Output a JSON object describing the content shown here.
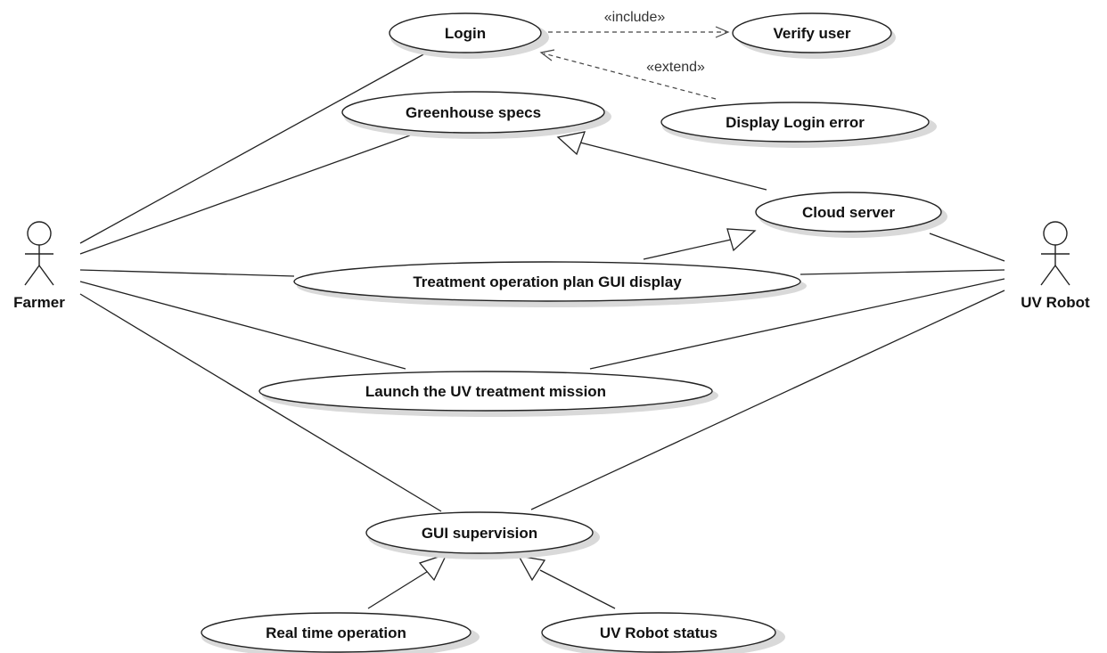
{
  "actors": {
    "farmer": "Farmer",
    "uv_robot": "UV Robot"
  },
  "use_cases": {
    "login": "Login",
    "verify_user": "Verify user",
    "display_login_error": "Display Login error",
    "greenhouse_specs": "Greenhouse specs",
    "cloud_server": "Cloud server",
    "treatment_plan_gui": "Treatment operation plan GUI display",
    "launch_uv_mission": "Launch the UV treatment mission",
    "gui_supervision": "GUI supervision",
    "real_time_operation": "Real time operation",
    "uv_robot_status": "UV Robot status"
  },
  "stereotypes": {
    "include": "«include»",
    "extend": "«extend»"
  }
}
